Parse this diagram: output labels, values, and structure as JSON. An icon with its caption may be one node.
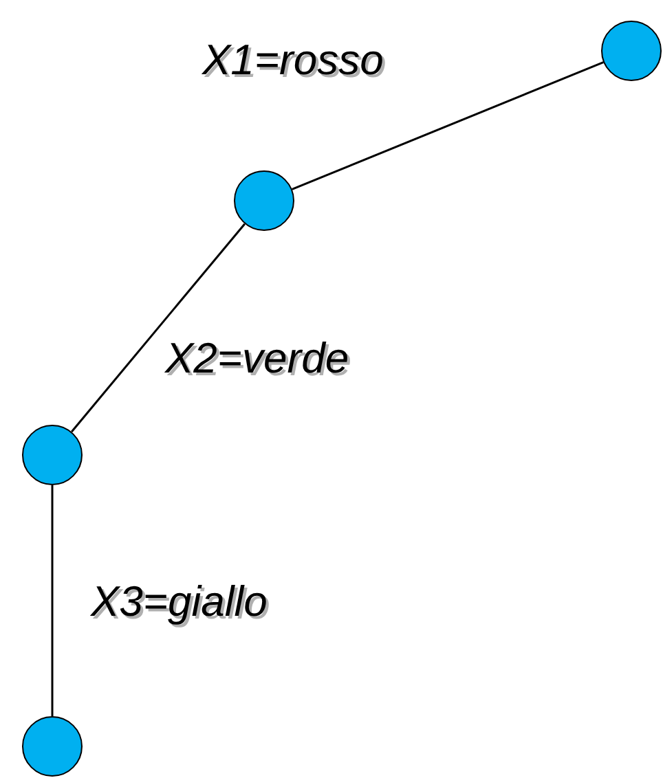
{
  "diagram": {
    "nodes": [
      {
        "text": [],
        "shape": "circle"
      },
      {
        "text": [],
        "shape": "circle"
      },
      {
        "text": [],
        "shape": "circle"
      },
      {
        "text": [],
        "shape": "circle"
      }
    ],
    "edges": [
      {
        "from": 0,
        "to": 1,
        "arrow": "none",
        "label": "X1=rosso"
      },
      {
        "from": 1,
        "to": 2,
        "arrow": "none",
        "label": "X2=verde"
      },
      {
        "from": 2,
        "to": 3,
        "arrow": "none",
        "label": "X3=giallo"
      }
    ]
  }
}
